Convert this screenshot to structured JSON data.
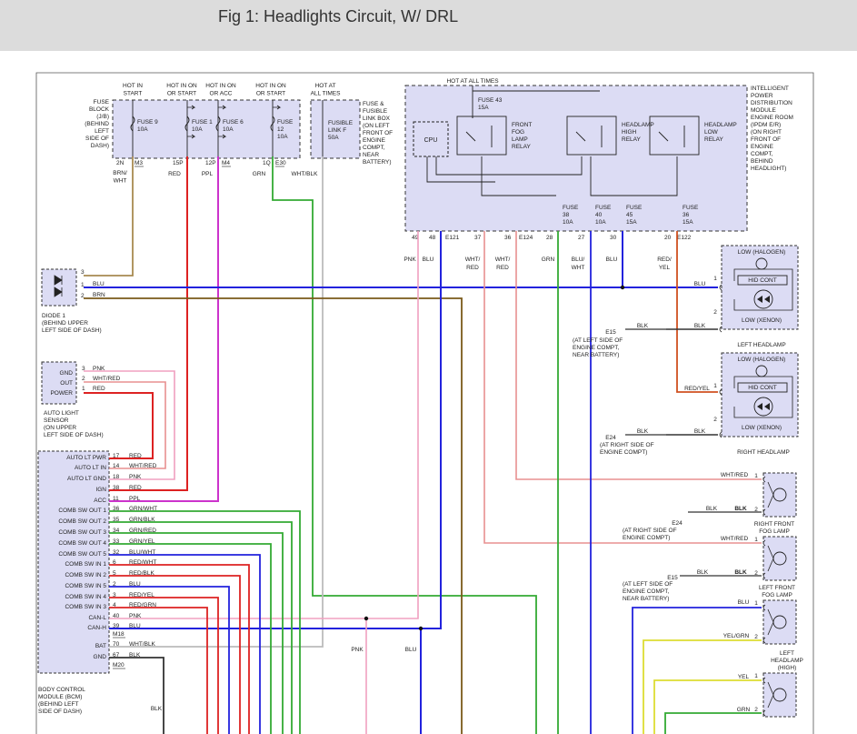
{
  "header": {
    "title": "Fig 1: Headlights Circuit, W/ DRL"
  },
  "colors": {
    "module_fill": "#dcdcf4",
    "border": "#333333",
    "wire_blu": "#2222dd",
    "wire_red": "#dd2222",
    "wire_brn_wht": "#a88a50",
    "wire_brn": "#7a5a1a",
    "wire_ppl": "#cc33cc",
    "wire_grn": "#33aa33",
    "wire_wht_blk": "#bbbbbb",
    "wire_pnk": "#f0a0c0",
    "wire_wht_red": "#e89090",
    "wire_red_yel": "#d05020",
    "wire_yel": "#dddd33",
    "wire_blk": "#333333"
  },
  "fuse_block": {
    "label_lines": [
      "FUSE",
      "BLOCK",
      "(J/B)",
      "(BEHIND",
      "LEFT",
      "SIDE OF",
      "DASH)"
    ],
    "hot_labels": [
      [
        "HOT IN",
        "START"
      ],
      [
        "HOT IN ON",
        "OR START"
      ],
      [
        "HOT IN ON",
        "OR ACC"
      ],
      [
        "HOT IN ON",
        "OR START"
      ],
      [
        "HOT AT",
        "ALL TIMES"
      ]
    ],
    "fuses": [
      [
        "FUSE 9",
        "10A"
      ],
      [
        "FUSE 1",
        "10A"
      ],
      [
        "FUSE 6",
        "10A"
      ],
      [
        "FUSE",
        "12",
        "10A"
      ]
    ],
    "pins": [
      "2N",
      "M3",
      "15P",
      "12P",
      "M4",
      "1Q",
      "E30"
    ],
    "wire_labels": [
      [
        "BRN/",
        "WHT"
      ],
      [
        "RED"
      ],
      [
        "PPL"
      ],
      [
        "GRN"
      ],
      [
        "WHT/BLK"
      ]
    ]
  },
  "fusible_link": {
    "fuse": [
      "FUSIBLE",
      "LINK F",
      "50A"
    ],
    "label_lines": [
      "FUSE &",
      "FUSIBLE",
      "LINK BOX",
      "(ON LEFT",
      "FRONT OF",
      "ENGINE",
      "COMPT,",
      "NEAR",
      "BATTERY)"
    ]
  },
  "ipdm": {
    "hot_label": "HOT AT ALL TIMES",
    "fuse43": [
      "FUSE 43",
      "15A"
    ],
    "cpu": "CPU",
    "relays": [
      [
        "FRONT",
        "FOG",
        "LAMP",
        "RELAY"
      ],
      [
        "HEADLAMP",
        "HIGH",
        "RELAY"
      ],
      [
        "HEADLAMP",
        "LOW",
        "RELAY"
      ]
    ],
    "fuses": [
      [
        "FUSE",
        "38",
        "10A"
      ],
      [
        "FUSE",
        "40",
        "10A"
      ],
      [
        "FUSE",
        "45",
        "15A"
      ],
      [
        "FUSE",
        "36",
        "15A"
      ]
    ],
    "label_lines": [
      "INTELLIGENT",
      "POWER",
      "DISTRIBUTION",
      "MODULE",
      "ENGINE ROOM",
      "(IPDM E/R)",
      "(ON RIGHT",
      "FRONT OF",
      "ENGINE",
      "COMPT,",
      "BEHIND",
      "HEADLIGHT)"
    ],
    "pins": [
      "49",
      "48",
      "E121",
      "37",
      "36",
      "E124",
      "28",
      "27",
      "30",
      "20",
      "E122"
    ],
    "wire_labels": [
      [
        "PNK"
      ],
      [
        "BLU"
      ],
      [
        "WHT/",
        "RED"
      ],
      [
        "WHT/",
        "RED"
      ],
      [
        "GRN"
      ],
      [
        "BLU/",
        "WHT"
      ],
      [
        "BLU"
      ],
      [
        "RED/",
        "YEL"
      ]
    ]
  },
  "diode": {
    "pins": [
      "3",
      "1",
      "2"
    ],
    "wires": [
      "BLU",
      "BRN"
    ],
    "label_lines": [
      "DIODE 1",
      "(BEHIND UPPER",
      "LEFT SIDE OF DASH)"
    ]
  },
  "auto_light": {
    "terms": [
      "GND",
      "OUT",
      "POWER"
    ],
    "pins": [
      "3",
      "2",
      "1"
    ],
    "wires": [
      "PNK",
      "WHT/RED",
      "RED"
    ],
    "label_lines": [
      "AUTO LIGHT",
      "SENSOR",
      "(ON UPPER",
      "LEFT SIDE OF DASH)"
    ]
  },
  "bcm": {
    "rows": [
      {
        "term": "AUTO LT PWR",
        "pin": "17",
        "wire": "RED"
      },
      {
        "term": "AUTO LT IN",
        "pin": "14",
        "wire": "WHT/RED"
      },
      {
        "term": "AUTO LT GND",
        "pin": "18",
        "wire": "PNK"
      },
      {
        "term": "IGN",
        "pin": "38",
        "wire": "RED"
      },
      {
        "term": "ACC",
        "pin": "11",
        "wire": "PPL"
      },
      {
        "term": "COMB SW OUT 1",
        "pin": "36",
        "wire": "GRN/WHT"
      },
      {
        "term": "COMB SW OUT 2",
        "pin": "35",
        "wire": "GRN/BLK"
      },
      {
        "term": "COMB SW OUT 3",
        "pin": "34",
        "wire": "GRN/RED"
      },
      {
        "term": "COMB SW OUT 4",
        "pin": "33",
        "wire": "GRN/YEL"
      },
      {
        "term": "COMB SW OUT 5",
        "pin": "32",
        "wire": "BLU/WHT"
      },
      {
        "term": "COMB SW IN 1",
        "pin": "6",
        "wire": "RED/WHT"
      },
      {
        "term": "COMB SW IN 2",
        "pin": "5",
        "wire": "RED/BLK"
      },
      {
        "term": "COMB SW IN 5",
        "pin": "2",
        "wire": "BLU"
      },
      {
        "term": "COMB SW IN 4",
        "pin": "3",
        "wire": "RED/YEL"
      },
      {
        "term": "COMB SW IN 3",
        "pin": "4",
        "wire": "RED/GRN"
      },
      {
        "term": "CAN-L",
        "pin": "40",
        "wire": "PNK"
      },
      {
        "term": "CAN-H",
        "pin": "39",
        "wire": "BLU"
      },
      {
        "term": "",
        "pin": "M18",
        "wire": ""
      },
      {
        "term": "BAT",
        "pin": "70",
        "wire": "WHT/BLK"
      },
      {
        "term": "GND",
        "pin": "67",
        "wire": "BLK"
      },
      {
        "term": "",
        "pin": "M20",
        "wire": ""
      }
    ],
    "label_lines": [
      "BODY CONTROL",
      "MODULE (BCM)",
      "(BEHIND LEFT",
      "SIDE OF DASH)"
    ],
    "bottom_blk": "BLK"
  },
  "bottom_labels": {
    "pnk": "PNK",
    "blu": "BLU"
  },
  "left_headlamp": {
    "halogen": "LOW (HALOGEN)",
    "hid": "HID CONT",
    "xenon": "LOW (XENON)",
    "pin1": "1",
    "pin2": "2",
    "wire1": "BLU",
    "wire2": "BLK",
    "ground": "E15",
    "ground_wire": "BLK",
    "ground_loc": [
      "(AT LEFT SIDE OF",
      "ENGINE COMPT,",
      "NEAR BATTERY)"
    ],
    "label": "LEFT HEADLAMP"
  },
  "right_headlamp": {
    "halogen": "LOW (HALOGEN)",
    "hid": "HID CONT",
    "xenon": "LOW (XENON)",
    "pin1": "1",
    "pin2": "2",
    "wire1": "RED/YEL",
    "wire2": "BLK",
    "ground": "E24",
    "ground_wire": "BLK",
    "ground_loc": [
      "(AT RIGHT SIDE OF",
      "ENGINE COMPT)"
    ],
    "label": "RIGHT HEADLAMP"
  },
  "right_fog": {
    "pin1": "1",
    "pin2": "2",
    "wire1": "WHT/RED",
    "wire2": "BLK",
    "wire2b": "BLK",
    "ground": "E24",
    "ground_loc": [
      "(AT RIGHT SIDE OF",
      "ENGINE COMPT)"
    ],
    "label": [
      "RIGHT FRONT",
      "FOG LAMP"
    ]
  },
  "left_fog": {
    "pin1": "1",
    "pin2": "2",
    "wire1": "WHT/RED",
    "wire2": "BLK",
    "wire2b": "BLK",
    "ground": "E15",
    "ground_loc": [
      "(AT LEFT SIDE OF",
      "ENGINE COMPT,",
      "NEAR BATTERY)"
    ],
    "label": [
      "LEFT FRONT",
      "FOG LAMP"
    ]
  },
  "left_high": {
    "pin1": "1",
    "pin2": "2",
    "wire1": "BLU",
    "wire2": "YEL/GRN",
    "label": [
      "LEFT",
      "HEADLAMP",
      "(HIGH)"
    ]
  },
  "right_high": {
    "pin1": "1",
    "pin2": "2",
    "wire1": "YEL",
    "wire2": "GRN"
  }
}
